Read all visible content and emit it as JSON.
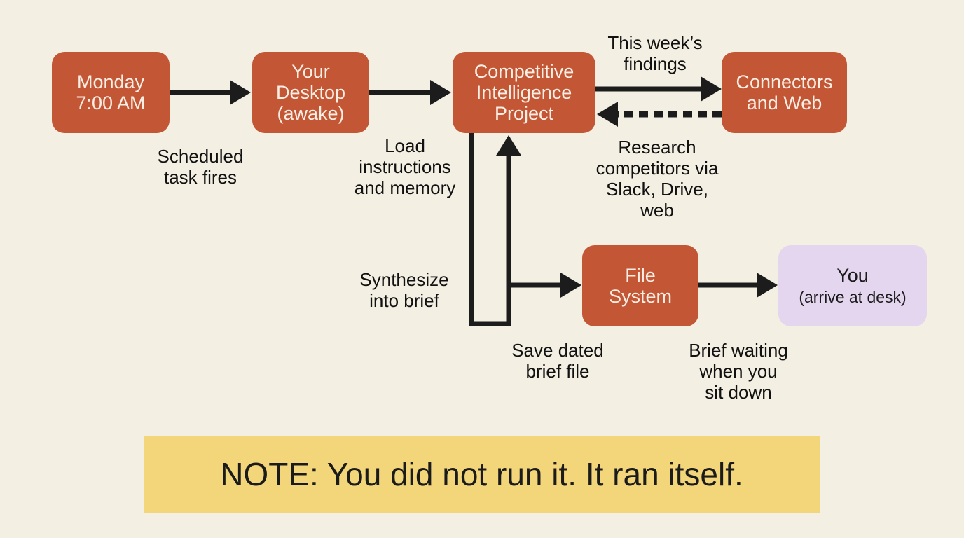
{
  "nodes": {
    "monday": "Monday\n7:00 AM",
    "desktop": "Your\nDesktop\n(awake)",
    "project": "Competitive\nIntelligence\nProject",
    "connectors": "Connectors\nand Web",
    "filesystem": "File\nSystem",
    "you_title": "You",
    "you_sub": "(arrive at desk)"
  },
  "labels": {
    "scheduled": "Scheduled\ntask fires",
    "load": "Load\ninstructions\nand memory",
    "findings": "This week’s\nfindings",
    "research": "Research\ncompetitors via\nSlack, Drive,\nweb",
    "synthesize": "Synthesize\ninto brief",
    "save": "Save dated\nbrief file",
    "waiting": "Brief waiting\nwhen you\nsit down"
  },
  "note": "NOTE: You did not run it. It ran itself.",
  "colors": {
    "node_fill": "#c35634",
    "node_text": "#fbeee4",
    "user_node_fill": "#e4d6ee",
    "note_fill": "#f3d679",
    "arrow": "#1c1c1c",
    "background": "#f3efe3"
  }
}
